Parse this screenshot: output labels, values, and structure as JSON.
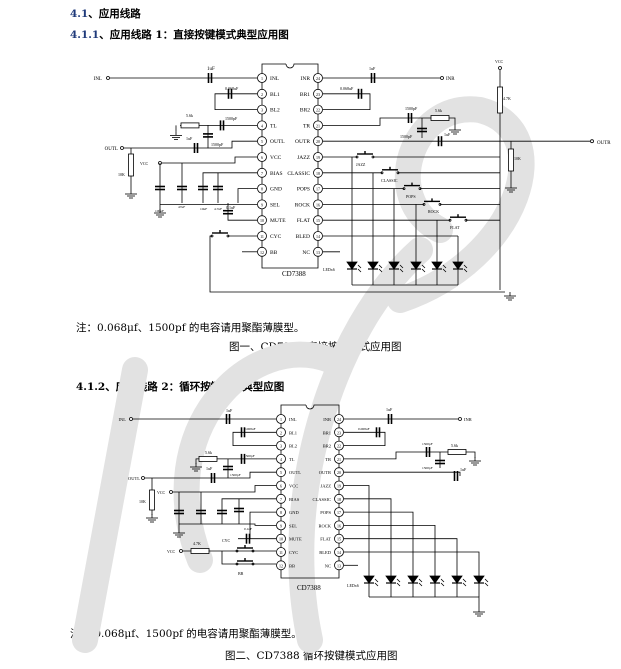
{
  "section": {
    "number": "4.1",
    "title": "、应用线路"
  },
  "fig1": {
    "heading_number": "4.1.1",
    "heading": "、应用线路 1：直接按键模式典型应用图",
    "chip": "CD7388",
    "left_pins": [
      "INL",
      "BL1",
      "BL2",
      "TL",
      "OUTL",
      "VCC",
      "BIAS",
      "GND",
      "SEL",
      "MUTE",
      "CYC",
      "BB"
    ],
    "right_pins": [
      "INR",
      "BR1",
      "BR2",
      "TR",
      "OUTR",
      "JAZZ",
      "CLASSIC",
      "POPS",
      "ROCK",
      "FLAT",
      "BLED",
      "NC"
    ],
    "left_nums": [
      "1",
      "2",
      "3",
      "4",
      "5",
      "6",
      "7",
      "8",
      "9",
      "10",
      "11",
      "12"
    ],
    "right_nums": [
      "24",
      "23",
      "22",
      "21",
      "20",
      "19",
      "18",
      "17",
      "16",
      "15",
      "14",
      "13"
    ],
    "labels": [
      "INL",
      "1uF",
      "0.068uF",
      "5.6k",
      "1500pF",
      "1500pF",
      "OUTL",
      "1uF",
      "10K",
      "VCC",
      "0.1uF",
      "INR",
      "1uF",
      "0.068uF",
      "1500pF",
      "5.6k",
      "1500pF",
      "1uF",
      "OUTR",
      "VCC",
      "4.7K",
      "10K",
      "JAZZ",
      "CLASSIC",
      "POPS",
      "ROCK",
      "FLAT",
      "LEDx6",
      "100uF",
      "47uF",
      "10uF",
      "4.7uF"
    ],
    "note": "注：0.068μf、1500pf 的电容请用聚酯薄膜型。",
    "caption": "图一、CD7388 直接按键模式应用图"
  },
  "fig2": {
    "heading_number": "4.1.2",
    "heading": "、应用线路 2：循环按键模式典型应图",
    "chip": "CD7388",
    "left_pins": [
      "INL",
      "BL1",
      "BL2",
      "TL",
      "OUTL",
      "VCC",
      "BIAS",
      "GND",
      "SEL",
      "MUTE",
      "CYC",
      "BB"
    ],
    "right_pins": [
      "INR",
      "BR1",
      "BR2",
      "TR",
      "OUTR",
      "JAZZ",
      "CLASSIC",
      "POPS",
      "ROCK",
      "FLAT",
      "BLED",
      "NC"
    ],
    "left_nums": [
      "1",
      "2",
      "3",
      "4",
      "5",
      "6",
      "7",
      "8",
      "9",
      "10",
      "11",
      "12"
    ],
    "right_nums": [
      "24",
      "23",
      "22",
      "21",
      "20",
      "19",
      "18",
      "17",
      "16",
      "15",
      "14",
      "13"
    ],
    "labels": [
      "INL",
      "1uF",
      "0.068uF",
      "5.6k",
      "1500pF",
      "1500pF",
      "OUTL",
      "1uF",
      "10K",
      "VCC",
      "0.1uF",
      "INR",
      "1uF",
      "0.068uF",
      "1500pF",
      "5.6k",
      "1500pF",
      "1uF",
      "OUTR",
      "VCC",
      "4.7K",
      "CYC",
      "BB",
      "LEDx6"
    ],
    "note": "注：   0.068μf、1500pf 的电容请用聚酯薄膜型。",
    "caption": "图二、CD7388 循环按键模式应用图"
  }
}
